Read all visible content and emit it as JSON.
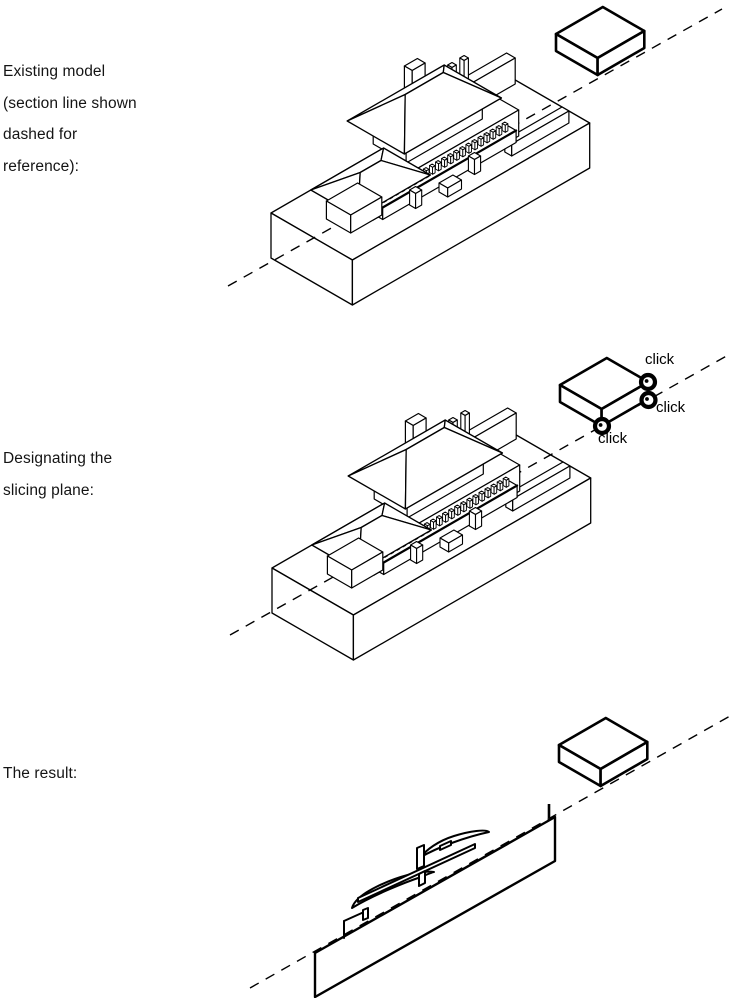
{
  "page": {
    "background": "#ffffff",
    "ink": "#000000",
    "caption_color": "#141414"
  },
  "sections": {
    "existing": {
      "caption_lines": [
        "Existing model",
        "(section line shown",
        "dashed for",
        "reference):"
      ]
    },
    "designating": {
      "caption_lines": [
        "Designating the",
        "slicing plane:"
      ],
      "click_labels": [
        "click",
        "click",
        "click"
      ]
    },
    "result": {
      "caption_lines": [
        "The result:"
      ]
    }
  },
  "icons": {
    "click_marker": "circled-click-point",
    "section_line": "dashed-section-line",
    "slicing_plane": "isometric-slab-box"
  }
}
